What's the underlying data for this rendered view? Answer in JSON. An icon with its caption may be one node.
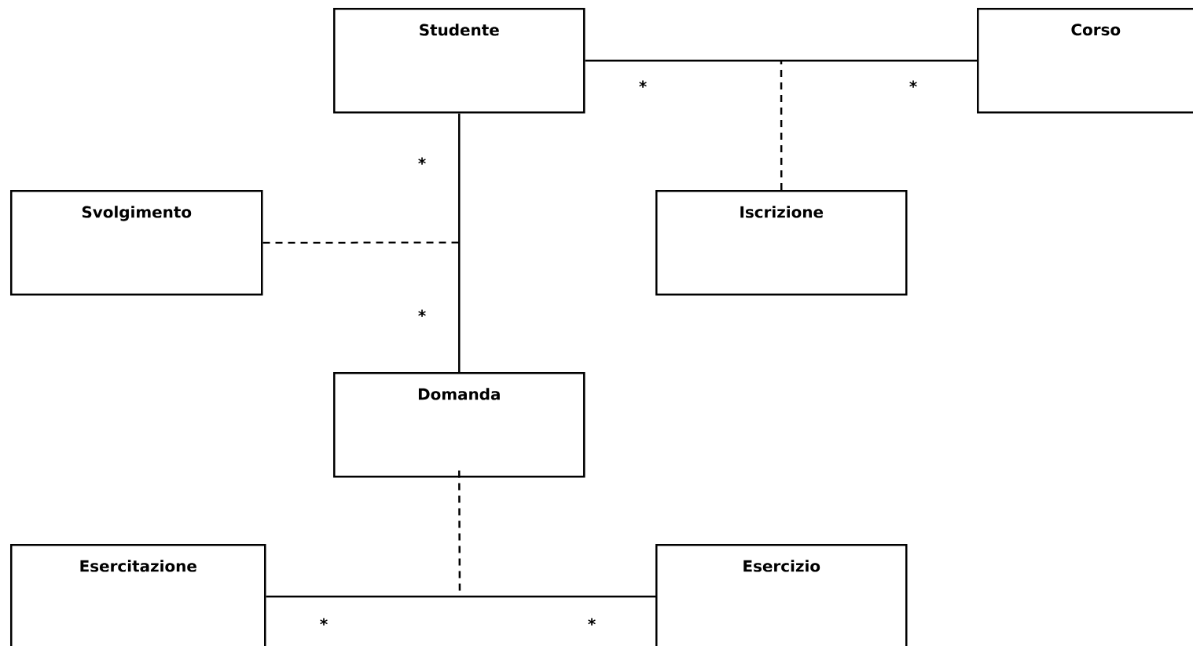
{
  "diagram": {
    "nodes": [
      {
        "text": [
          "Studente"
        ]
      },
      {
        "text": [
          "Corso"
        ]
      },
      {
        "text": [
          "Svolgimento"
        ]
      },
      {
        "text": [
          "Iscrizione"
        ]
      },
      {
        "text": [
          "Domanda"
        ]
      },
      {
        "text": [
          "Esercitazione"
        ]
      },
      {
        "text": [
          "Esercizio"
        ]
      }
    ],
    "edges": [
      {
        "from": 0,
        "to": 1,
        "arrow": "none"
      },
      {
        "from": 0,
        "to": 4,
        "arrow": "none"
      },
      {
        "from": 5,
        "to": 6,
        "arrow": "none"
      },
      {
        "from": 3,
        "to": null,
        "arrow": "none",
        "style": "dashed"
      },
      {
        "from": 2,
        "to": null,
        "arrow": "none",
        "style": "dashed"
      },
      {
        "from": 4,
        "to": null,
        "arrow": "none",
        "style": "dashed"
      }
    ],
    "labels": [
      "*",
      "*",
      "*",
      "*",
      "*",
      "*"
    ]
  }
}
